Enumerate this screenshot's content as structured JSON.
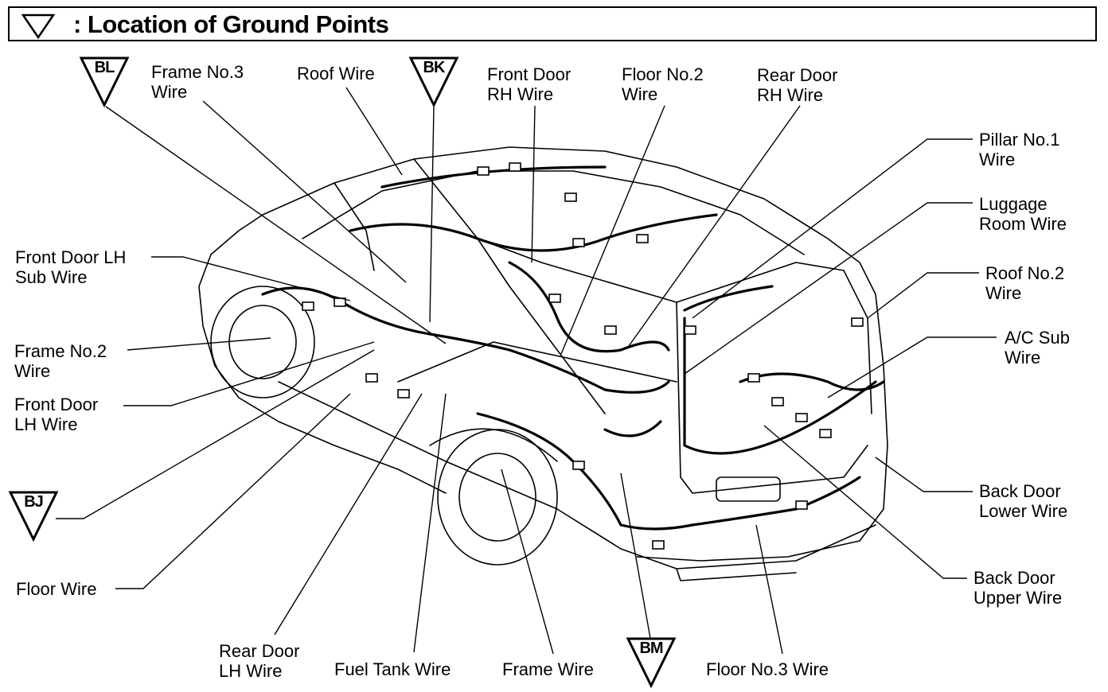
{
  "header": {
    "title": ": Location of Ground Points"
  },
  "ground_points": {
    "bl": "BL",
    "bk": "BK",
    "bj": "BJ",
    "bm": "BM"
  },
  "labels": {
    "frame_no3": [
      "Frame No.3",
      "Wire"
    ],
    "roof_wire": [
      "Roof Wire"
    ],
    "front_door_rh": [
      "Front Door",
      "RH Wire"
    ],
    "floor_no2": [
      "Floor No.2",
      "Wire"
    ],
    "rear_door_rh": [
      "Rear Door",
      "RH Wire"
    ],
    "pillar_no1": [
      "Pillar No.1",
      "Wire"
    ],
    "luggage_room": [
      "Luggage",
      "Room Wire"
    ],
    "roof_no2": [
      "Roof No.2",
      "Wire"
    ],
    "ac_sub": [
      "A/C Sub",
      "Wire"
    ],
    "front_door_lh_sub": [
      "Front Door LH",
      "Sub Wire"
    ],
    "frame_no2": [
      "Frame No.2",
      "Wire"
    ],
    "front_door_lh": [
      "Front Door",
      "LH Wire"
    ],
    "floor_wire": [
      "Floor Wire"
    ],
    "rear_door_lh": [
      "Rear Door",
      "LH Wire"
    ],
    "fuel_tank": [
      "Fuel Tank Wire"
    ],
    "frame_wire": [
      "Frame Wire"
    ],
    "floor_no3": [
      "Floor No.3 Wire"
    ],
    "back_door_lower": [
      "Back Door",
      "Lower Wire"
    ],
    "back_door_upper": [
      "Back Door",
      "Upper Wire"
    ]
  }
}
